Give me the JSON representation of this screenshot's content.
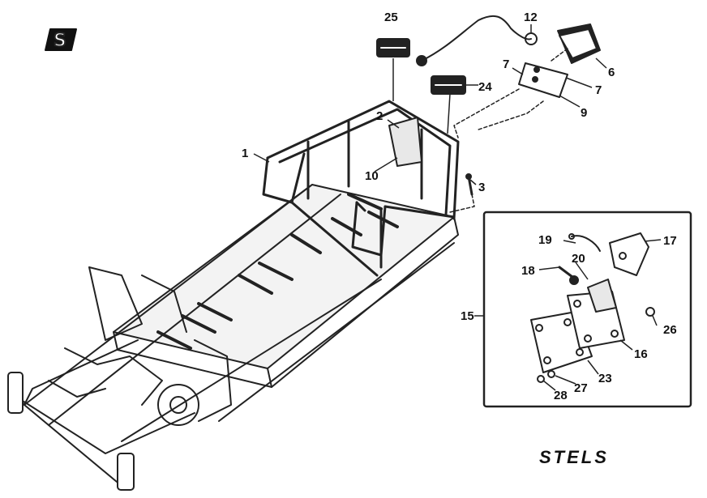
{
  "logo": {
    "letter": "S",
    "brand": "STELS"
  },
  "callouts": {
    "c1": "1",
    "c2": "2",
    "c3": "3",
    "c6": "6",
    "c7a": "7",
    "c7b": "7",
    "c9": "9",
    "c10": "10",
    "c12": "12",
    "c15": "15",
    "c16": "16",
    "c17": "17",
    "c18": "18",
    "c19": "19",
    "c20": "20",
    "c23": "23",
    "c24": "24",
    "c25": "25",
    "c26": "26",
    "c27": "27",
    "c28": "28"
  }
}
